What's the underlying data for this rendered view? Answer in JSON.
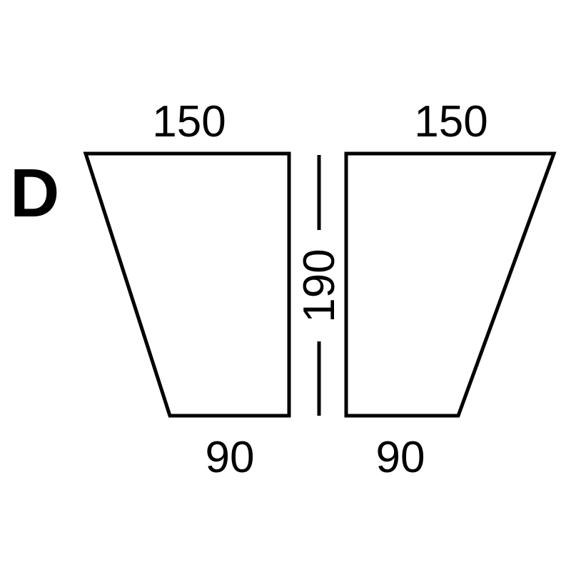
{
  "diagram": {
    "section_label": "D",
    "stroke_color": "#000000",
    "background": "#ffffff",
    "left_shape": {
      "top_width_label": "150",
      "bottom_width_label": "90"
    },
    "right_shape": {
      "top_width_label": "150",
      "bottom_width_label": "90"
    },
    "height_label": "190"
  }
}
